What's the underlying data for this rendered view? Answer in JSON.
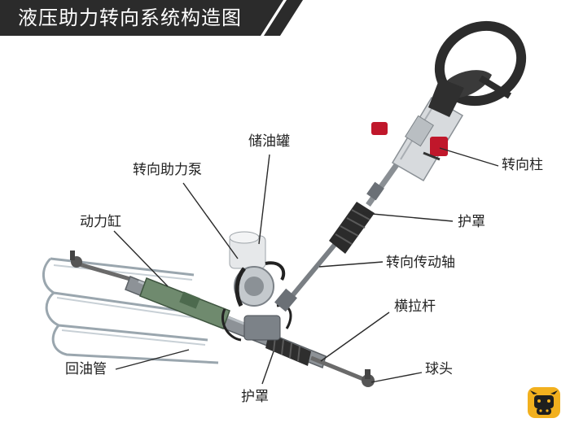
{
  "title": "液压助力转向系统构造图",
  "labels": {
    "reservoir": "储油罐",
    "pump": "转向助力泵",
    "steering_column": "转向柱",
    "power_cylinder": "动力缸",
    "boot_upper": "护罩",
    "intermediate_shaft": "转向传动轴",
    "tie_rod": "横拉杆",
    "return_pipe": "回油管",
    "ball_joint": "球头",
    "boot_lower": "护罩"
  },
  "colors": {
    "title_bg": "#2b2b2b",
    "accent": "#c0172b",
    "logo": "#f2b01e"
  },
  "icons": {
    "logo": "cow-face-icon"
  }
}
